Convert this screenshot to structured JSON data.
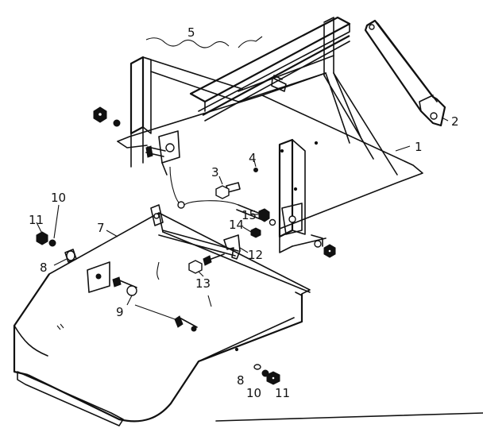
{
  "callouts": {
    "c1": "1",
    "c2": "2",
    "c3": "3",
    "c4": "4",
    "c5": "5",
    "c7": "7",
    "c8a": "8",
    "c8b": "8",
    "c9": "9",
    "c10a": "10",
    "c10b": "10",
    "c11a": "11",
    "c11b": "11",
    "c12": "12",
    "c13": "13",
    "c14": "14",
    "c15": "15"
  },
  "colors": {
    "ink": "#111111",
    "paper": "#ffffff"
  }
}
